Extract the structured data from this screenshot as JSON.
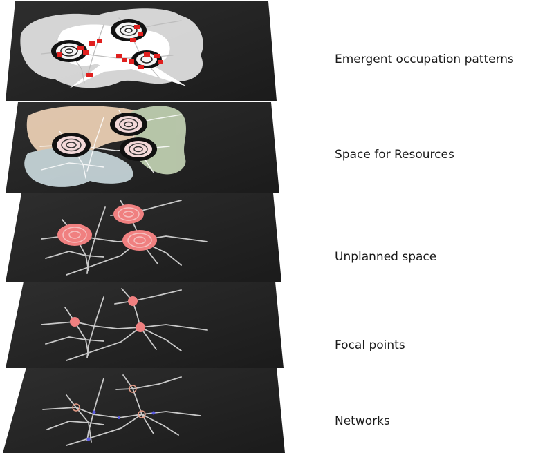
{
  "layers": [
    {
      "id": "emergent",
      "label": "Emergent occupation patterns"
    },
    {
      "id": "resources",
      "label": "Space for Resources"
    },
    {
      "id": "unplanned",
      "label": "Unplanned space"
    },
    {
      "id": "focal",
      "label": "Focal points"
    },
    {
      "id": "networks",
      "label": "Networks"
    }
  ],
  "colors": {
    "plate": "#232323",
    "road": "#c9c9c9",
    "focal": "#f08080",
    "node_ring": "#e49a85",
    "network_node": "#5a5ae0",
    "marker": "#e0201f",
    "zone_grey": "#dedede",
    "zone_white": "#ffffff",
    "zone_peach": "#efd3b7",
    "zone_blue": "#c9d8dc",
    "zone_green": "#c3d3b4",
    "target_dark": "#111111"
  }
}
